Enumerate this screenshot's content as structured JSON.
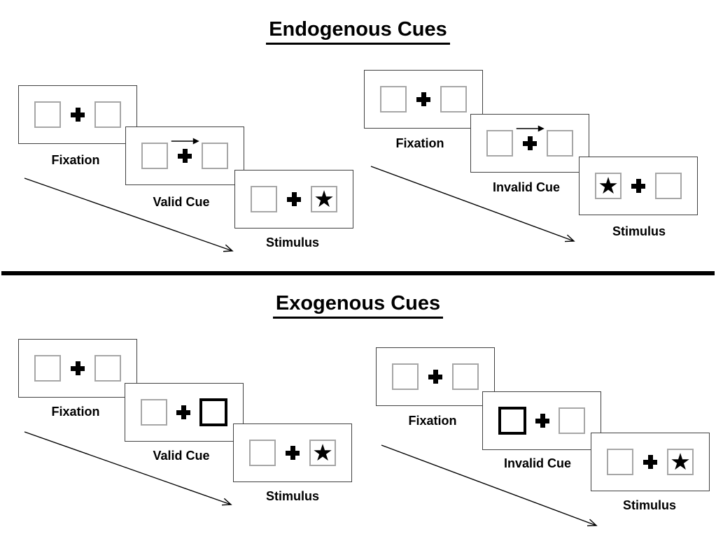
{
  "sections": {
    "endogenous": {
      "title": "Endogenous Cues"
    },
    "exogenous": {
      "title": "Exogenous Cues"
    }
  },
  "groups": [
    {
      "id": "endogenous-valid",
      "cue_kind": "central-arrow-right",
      "target_side": "right",
      "frames": [
        {
          "label": "Fixation"
        },
        {
          "label": "Valid Cue"
        },
        {
          "label": "Stimulus"
        }
      ]
    },
    {
      "id": "endogenous-invalid",
      "cue_kind": "central-arrow-right",
      "target_side": "left",
      "frames": [
        {
          "label": "Fixation"
        },
        {
          "label": "Invalid Cue"
        },
        {
          "label": "Stimulus"
        }
      ]
    },
    {
      "id": "exogenous-valid",
      "cue_kind": "peripheral-box-right",
      "target_side": "right",
      "frames": [
        {
          "label": "Fixation"
        },
        {
          "label": "Valid Cue"
        },
        {
          "label": "Stimulus"
        }
      ]
    },
    {
      "id": "exogenous-invalid",
      "cue_kind": "peripheral-box-left",
      "target_side": "right",
      "frames": [
        {
          "label": "Fixation"
        },
        {
          "label": "Invalid Cue"
        },
        {
          "label": "Stimulus"
        }
      ]
    }
  ],
  "glyphs": {
    "star": "★"
  },
  "colors": {
    "ink": "#000000",
    "panel_border": "#404040",
    "box_border": "#a6a6a6",
    "background": "#ffffff"
  }
}
